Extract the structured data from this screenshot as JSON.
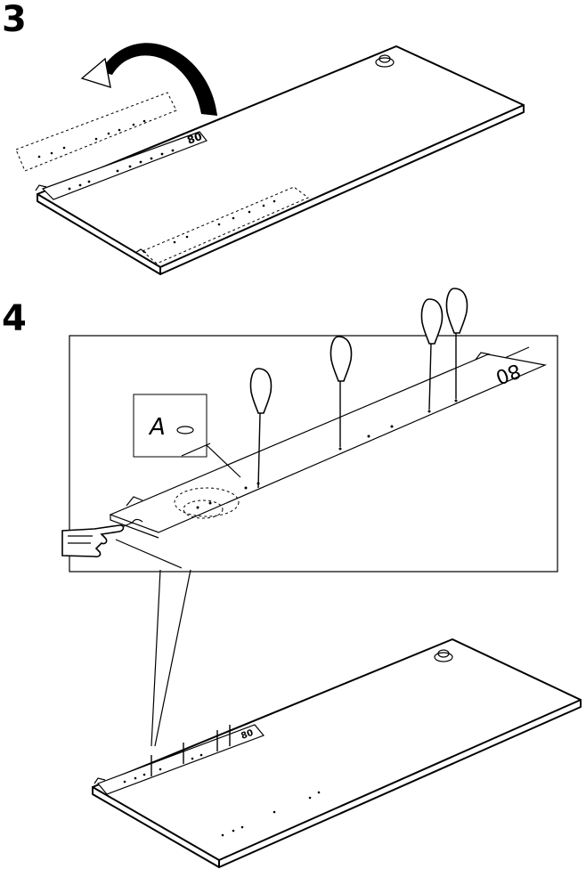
{
  "steps": [
    {
      "number": "3"
    },
    {
      "number": "4"
    }
  ],
  "template_labels": {
    "size_mark": "80",
    "hole_letter": "A"
  },
  "icons": [
    "curved-arrow-icon",
    "awl-icon",
    "pointing-hand-icon"
  ]
}
